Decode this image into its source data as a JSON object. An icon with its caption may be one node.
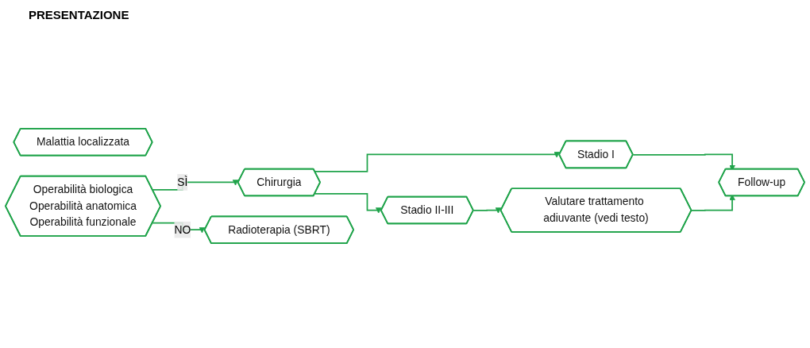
{
  "diagram": {
    "title": "PRESENTAZIONE",
    "nodes": [
      {
        "text": [
          "Malattia localizzata"
        ]
      },
      {
        "text": [
          "Operabilità biologica",
          "Operabilità anatomica",
          "Operabilità funzionale"
        ]
      },
      {
        "text": [
          "Chirurgia"
        ]
      },
      {
        "text": [
          "Radioterapia (SBRT)"
        ]
      },
      {
        "text": [
          "Stadio I"
        ]
      },
      {
        "text": [
          "Stadio II-III"
        ]
      },
      {
        "text": [
          "Valutare trattamento adiuvante (vedi testo)"
        ]
      },
      {
        "text": [
          "Follow-up"
        ]
      }
    ],
    "edges": [
      {
        "from": 1,
        "to": 2,
        "arrow": "to",
        "label": "SÌ"
      },
      {
        "from": 1,
        "to": 3,
        "arrow": "to",
        "label": "NO"
      },
      {
        "from": 2,
        "to": 4,
        "arrow": "to"
      },
      {
        "from": 2,
        "to": 5,
        "arrow": "to"
      },
      {
        "from": 5,
        "to": 6,
        "arrow": "to"
      },
      {
        "from": 4,
        "to": 7,
        "arrow": "to"
      },
      {
        "from": 6,
        "to": 7,
        "arrow": "to"
      }
    ]
  }
}
